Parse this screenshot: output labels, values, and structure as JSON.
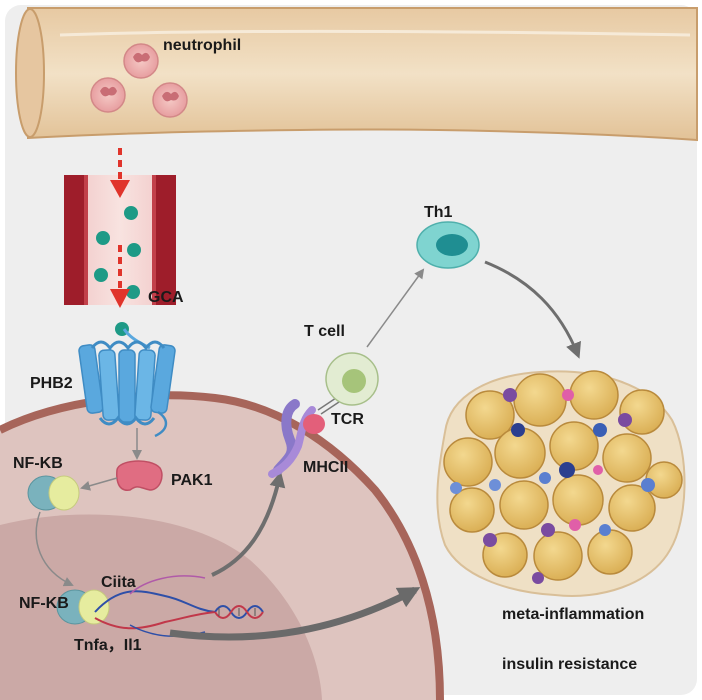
{
  "labels": {
    "neutrophil": "neutrophil",
    "gca": "GCA",
    "phb2": "PHB2",
    "nfkb_top": "NF-KB",
    "pak1": "PAK1",
    "nfkb_bottom": "NF-KB",
    "ciita": "Ciita",
    "tnfa_il1": "Tnfa，Il1",
    "t_cell": "T cell",
    "tcr": "TCR",
    "mhcii": "MHCII",
    "th1": "Th1",
    "meta_inflammation": "meta-inflammation",
    "insulin_resistance": "insulin resistance"
  },
  "colors": {
    "background": "#eeeeee",
    "vessel": "#e9d3b5",
    "vessel_wall": "#9e1d2a",
    "gca_particle": "#1e9a86",
    "receptor": "#5aa8de",
    "cell_body": "#dec4bf",
    "nucleus": "#cba9a6",
    "pak1": "#e06d82",
    "nfkb_blue": "#7ab2bd",
    "nfkb_yellow": "#e6ec9f",
    "t_cell": "#cfe4b8",
    "th1": "#7fd4d0",
    "adipocyte": "#e8c36e",
    "arrow_red": "#e0342b",
    "arrow_gray": "#808080"
  },
  "icons": [
    "neutrophil-icon",
    "gca-particle-icon",
    "phb2-receptor-icon",
    "pak1-icon",
    "nfkb-icon",
    "dna-icon",
    "t-cell-icon",
    "mhcii-icon",
    "th1-icon",
    "adipose-tissue-icon"
  ]
}
